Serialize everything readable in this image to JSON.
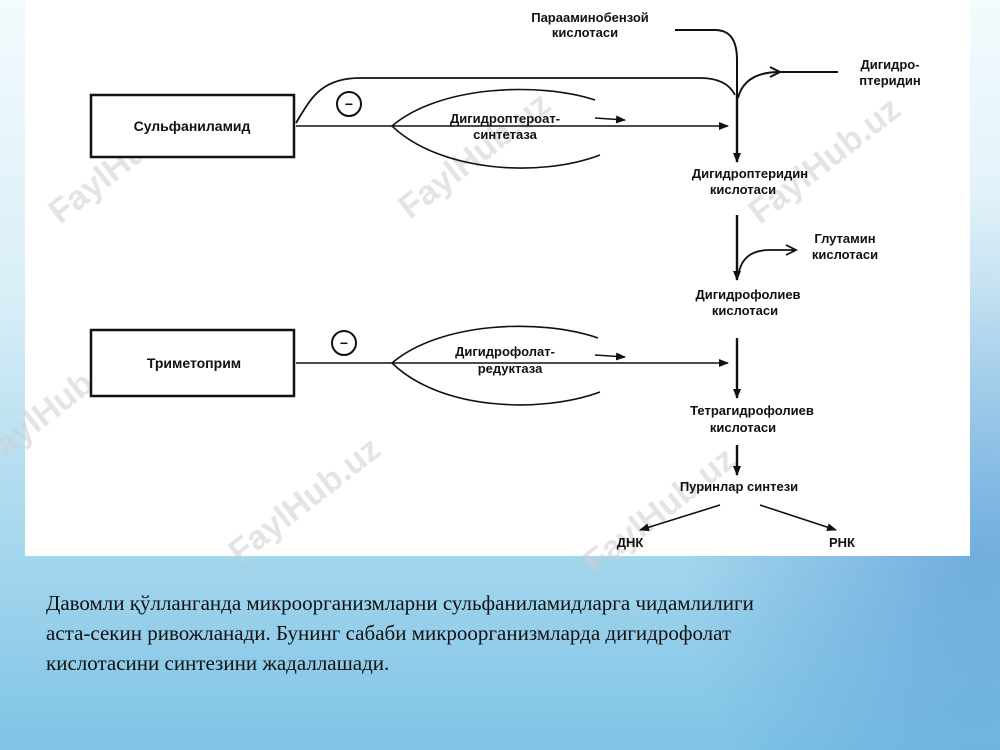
{
  "diagram": {
    "boxes": {
      "sulfanilamide": "Сульфаниламид",
      "trimethoprim": "Триметоприм"
    },
    "inhibition_symbol": "−",
    "enzymes": {
      "dhps_line1": "Дигидроптероат-",
      "dhps_line2": "синтетаза",
      "dhfr_line1": "Дигидрофолат-",
      "dhfr_line2": "редуктаза"
    },
    "inputs": {
      "paba_line1": "Парааминобензой",
      "paba_line2": "кислотаси",
      "pteridine_line1": "Дигидро-",
      "pteridine_line2": "птеридин",
      "glutamic_line1": "Глутамин",
      "glutamic_line2": "кислотаси"
    },
    "chain": {
      "step1_line1": "Дигидроптеридин",
      "step1_line2": "кислотаси",
      "step2_line1": "Дигидрофолиев",
      "step2_line2": "кислотаси",
      "step3_line1": "Тетрагидрофолиев",
      "step3_line2": "кислотаси",
      "step4": "Пуринлар синтези",
      "out_dna": "ДНК",
      "out_rna": "РНК"
    },
    "watermark": "FaylHub.uz"
  },
  "caption": {
    "line1": "Давомли қўлланганда микроорганизмларни сульфаниламидларга чидамлилиги",
    "line2": "аста-секин ривожланади. Бунинг сабаби микроорганизмларда дигидрофолат",
    "line3": "кислотасини синтезини жадаллашади."
  }
}
